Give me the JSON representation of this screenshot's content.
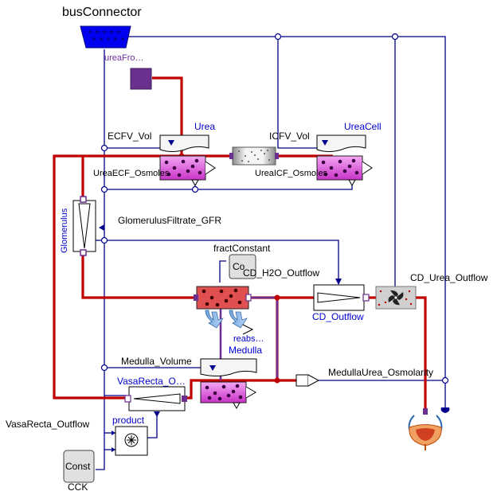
{
  "title": "busConnector",
  "labels": {
    "ureaFrom": "ureaFro…",
    "ecfvVol": "ECFV_Vol",
    "urea": "Urea",
    "icfvVol": "ICFV_Vol",
    "ureaCell": "UreaCell",
    "ureaEcfOsm": "UreaECF_Osmoles",
    "ureaIcfOsm": "UreaICF_Osmoles",
    "glomerulus": "Glomerulus",
    "gfr": "GlomerulusFiltrate_GFR",
    "fractConstant": "fractConstant",
    "co": "Co",
    "cdH2oOutflow": "CD_H2O_Outflow",
    "cdUreaOutflow": "CD_Urea_Outflow",
    "cdOutflow": "CD_Outflow",
    "reabs": "reabs…",
    "medulla": "Medulla",
    "medullaVolume": "Medulla_Volume",
    "vasaRectaO": "VasaRecta_O…",
    "medullaUreaOsm": "MedullaUrea_Osmolarity",
    "vasaRectaOutflow": "VasaRecta_Outflow",
    "product": "product",
    "const": "Const",
    "cck": "CCK"
  },
  "colors": {
    "flow": "#c00000",
    "signal": "#00008b",
    "medulla_link": "#6b2f8f",
    "connector_fill": "#0000ee",
    "source_fill": "#6b2f8f",
    "solute_fill": "#e05fe0",
    "red_fill": "#e05050"
  }
}
